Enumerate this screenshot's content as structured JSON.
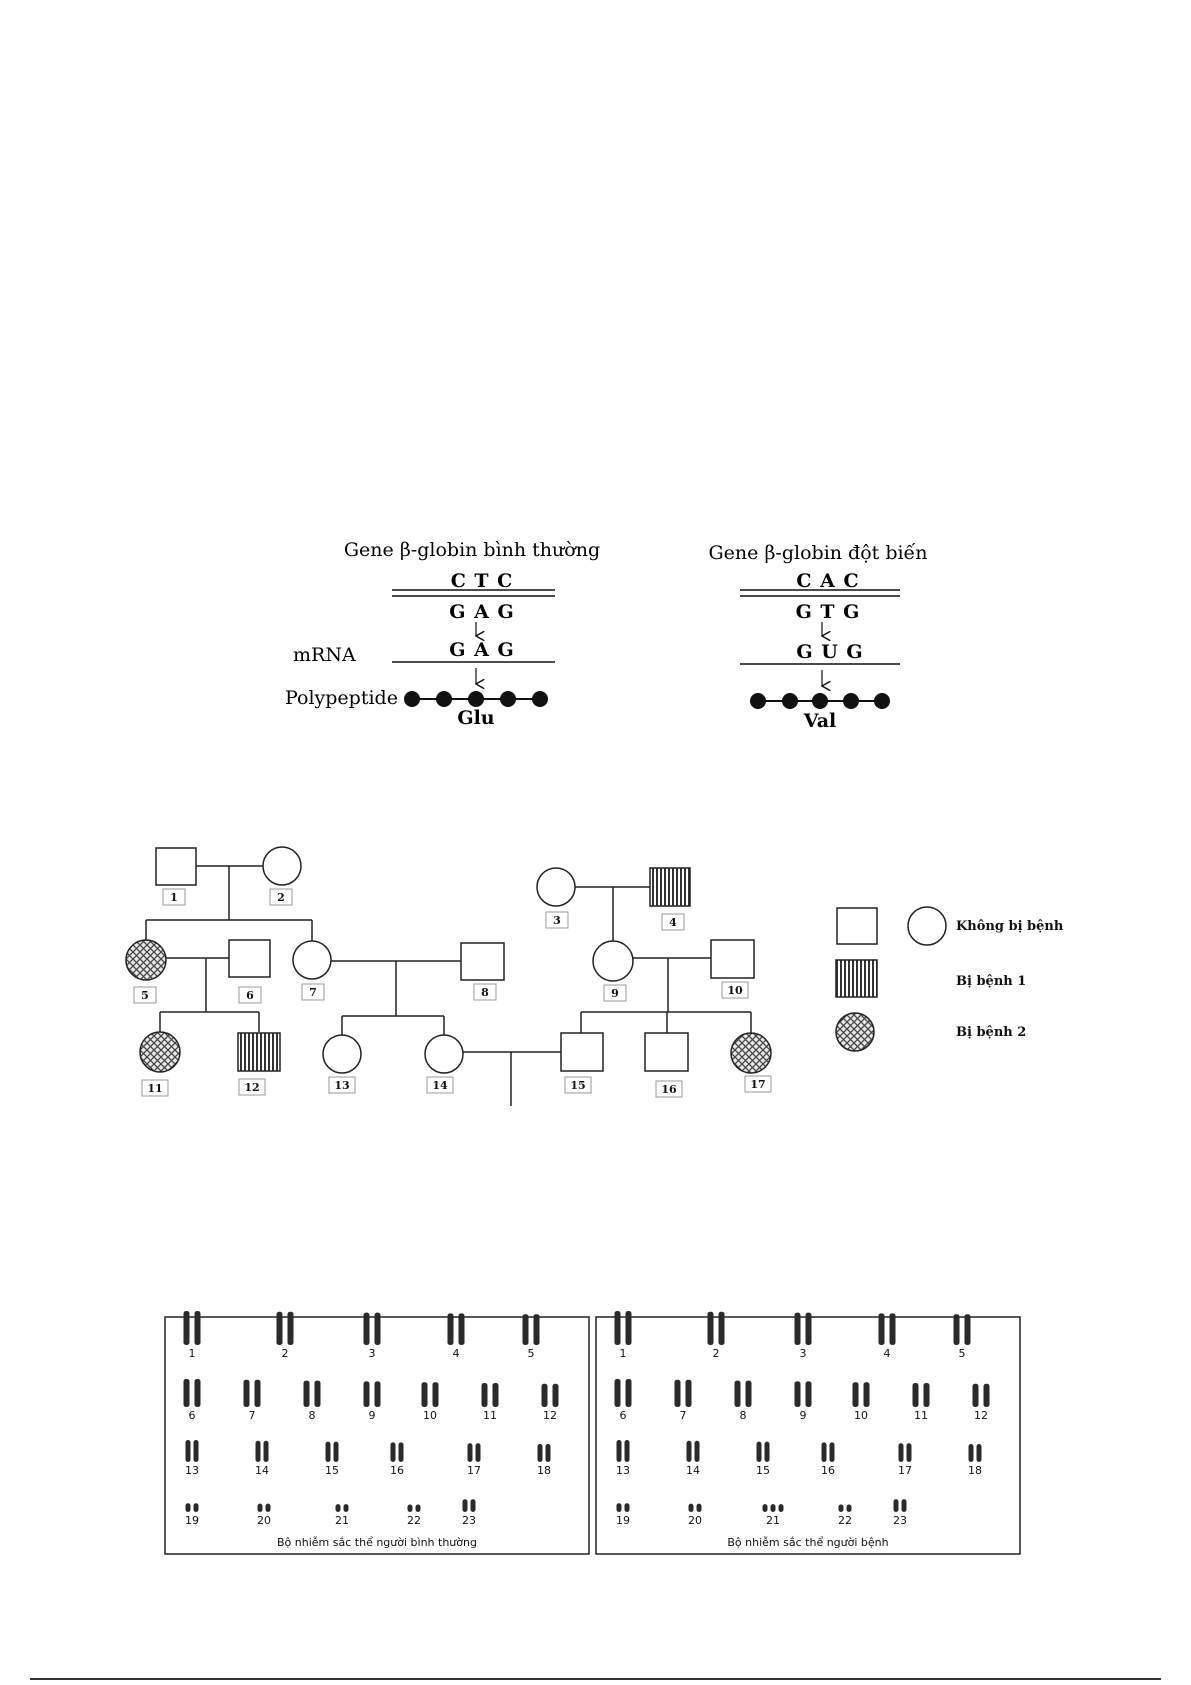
{
  "gene": {
    "normal": {
      "title": "Gene β-globin bình thường",
      "template_codon": "C T C",
      "coding_codon": "G A G",
      "mrna_codon": "G A G",
      "amino_acid": "Glu"
    },
    "mutant": {
      "title": "Gene β-globin đột biến",
      "template_codon": "C A C",
      "coding_codon": "G T G",
      "mrna_codon": "G U G",
      "amino_acid": "Val"
    },
    "mrna_label": "mRNA",
    "polypeptide_label": "Polypeptide"
  },
  "pedigree": {
    "individuals": [
      {
        "id": "1",
        "sex": "male",
        "status": "unaffected"
      },
      {
        "id": "2",
        "sex": "female",
        "status": "unaffected"
      },
      {
        "id": "3",
        "sex": "female",
        "status": "unaffected"
      },
      {
        "id": "4",
        "sex": "male",
        "status": "disease1"
      },
      {
        "id": "5",
        "sex": "female",
        "status": "disease2"
      },
      {
        "id": "6",
        "sex": "male",
        "status": "unaffected"
      },
      {
        "id": "7",
        "sex": "female",
        "status": "unaffected"
      },
      {
        "id": "8",
        "sex": "male",
        "status": "unaffected"
      },
      {
        "id": "9",
        "sex": "female",
        "status": "unaffected"
      },
      {
        "id": "10",
        "sex": "male",
        "status": "unaffected"
      },
      {
        "id": "11",
        "sex": "female",
        "status": "disease2"
      },
      {
        "id": "12",
        "sex": "male",
        "status": "disease1"
      },
      {
        "id": "13",
        "sex": "female",
        "status": "unaffected"
      },
      {
        "id": "14",
        "sex": "female",
        "status": "unaffected"
      },
      {
        "id": "15",
        "sex": "male",
        "status": "unaffected"
      },
      {
        "id": "16",
        "sex": "male",
        "status": "unaffected"
      },
      {
        "id": "17",
        "sex": "female",
        "status": "disease2"
      }
    ],
    "legend": {
      "unaffected": "Không bị bệnh",
      "disease1": "Bị bệnh 1",
      "disease2": "Bị bệnh 2"
    }
  },
  "karyotype": {
    "normal_caption": "Bộ nhiễm sắc thể người bình thường",
    "patient_caption": "Bộ nhiễm sắc thể người bệnh",
    "rows": [
      [
        "1",
        "2",
        "3",
        "4",
        "5"
      ],
      [
        "6",
        "7",
        "8",
        "9",
        "10",
        "11",
        "12"
      ],
      [
        "13",
        "14",
        "15",
        "16",
        "17",
        "18"
      ],
      [
        "19",
        "20",
        "21",
        "22",
        "23"
      ]
    ],
    "normal_copies_21": 2,
    "patient_copies_21": 3
  }
}
